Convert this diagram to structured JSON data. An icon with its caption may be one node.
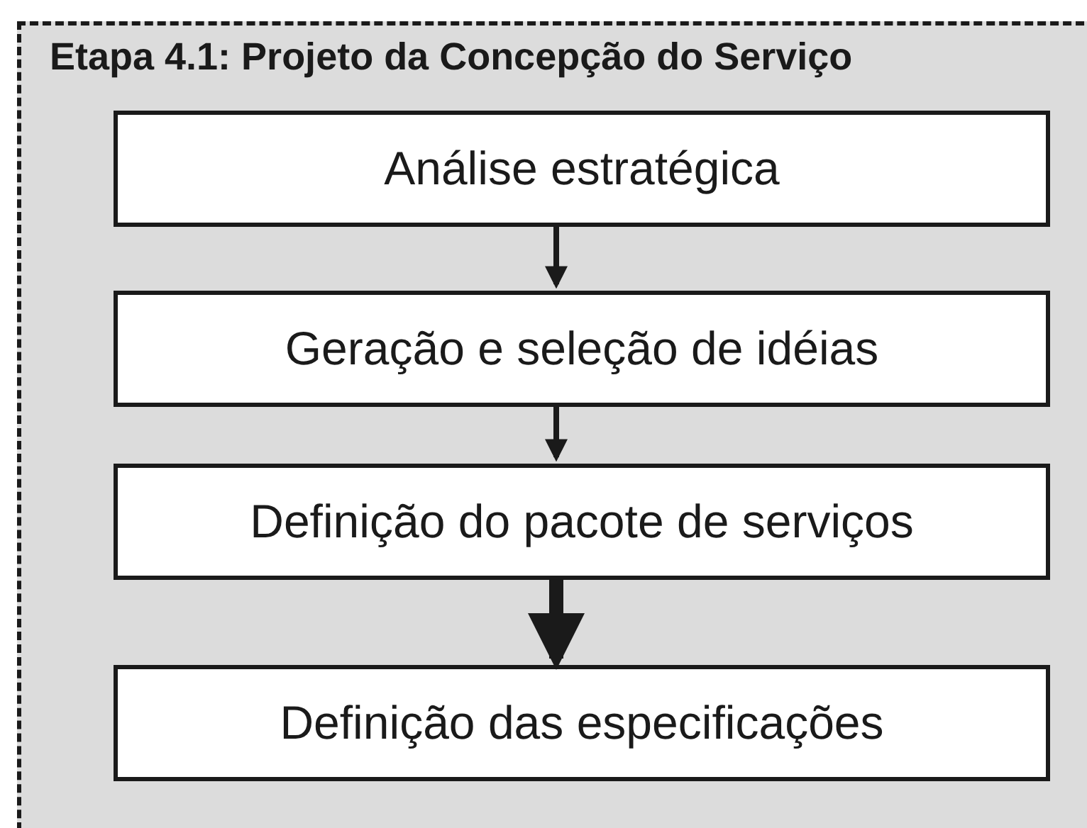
{
  "diagram": {
    "nodes": [
      {
        "text": [
          "Etapa 4.1: Projeto da Concepção do Serviço"
        ]
      },
      {
        "text": [
          "Análise estratégica"
        ],
        "in": 0
      },
      {
        "text": [
          "Geração e seleção de idéias"
        ],
        "in": 0
      },
      {
        "text": [
          "Definição do pacote de serviços"
        ],
        "in": 0
      },
      {
        "text": [
          "Definição das especificações"
        ],
        "in": 0
      }
    ],
    "edges": [
      {
        "from": 1,
        "to": 2,
        "arrow": "to"
      },
      {
        "from": 2,
        "to": 3,
        "arrow": "to"
      },
      {
        "from": 3,
        "to": 4,
        "arrow": "to",
        "style": "thick"
      }
    ]
  }
}
